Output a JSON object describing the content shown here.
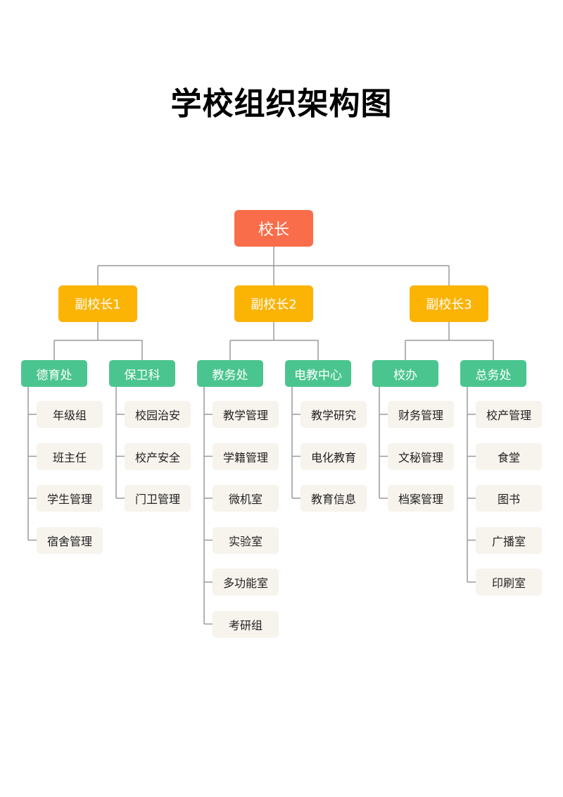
{
  "title": "学校组织架构图",
  "colors": {
    "root": "#f96d4b",
    "vice": "#fbb304",
    "department": "#4bc58f",
    "leaf": "#f7f3ed",
    "line": "#9a9a9a"
  },
  "root": {
    "label": "校长"
  },
  "vice_principals": [
    {
      "label": "副校长1",
      "departments": [
        {
          "label": "德育处",
          "items": [
            "年级组",
            "班主任",
            "学生管理",
            "宿舍管理"
          ]
        },
        {
          "label": "保卫科",
          "items": [
            "校园治安",
            "校产安全",
            "门卫管理"
          ]
        }
      ]
    },
    {
      "label": "副校长2",
      "departments": [
        {
          "label": "教务处",
          "items": [
            "教学管理",
            "学籍管理",
            "微机室",
            "实验室",
            "多功能室",
            "考研组"
          ]
        },
        {
          "label": "电教中心",
          "items": [
            "教学研究",
            "电化教育",
            "教育信息"
          ]
        }
      ]
    },
    {
      "label": "副校长3",
      "departments": [
        {
          "label": "校办",
          "items": [
            "财务管理",
            "文秘管理",
            "档案管理"
          ]
        },
        {
          "label": "总务处",
          "items": [
            "校产管理",
            "食堂",
            "图书",
            "广播室",
            "印刷室"
          ]
        }
      ]
    }
  ]
}
